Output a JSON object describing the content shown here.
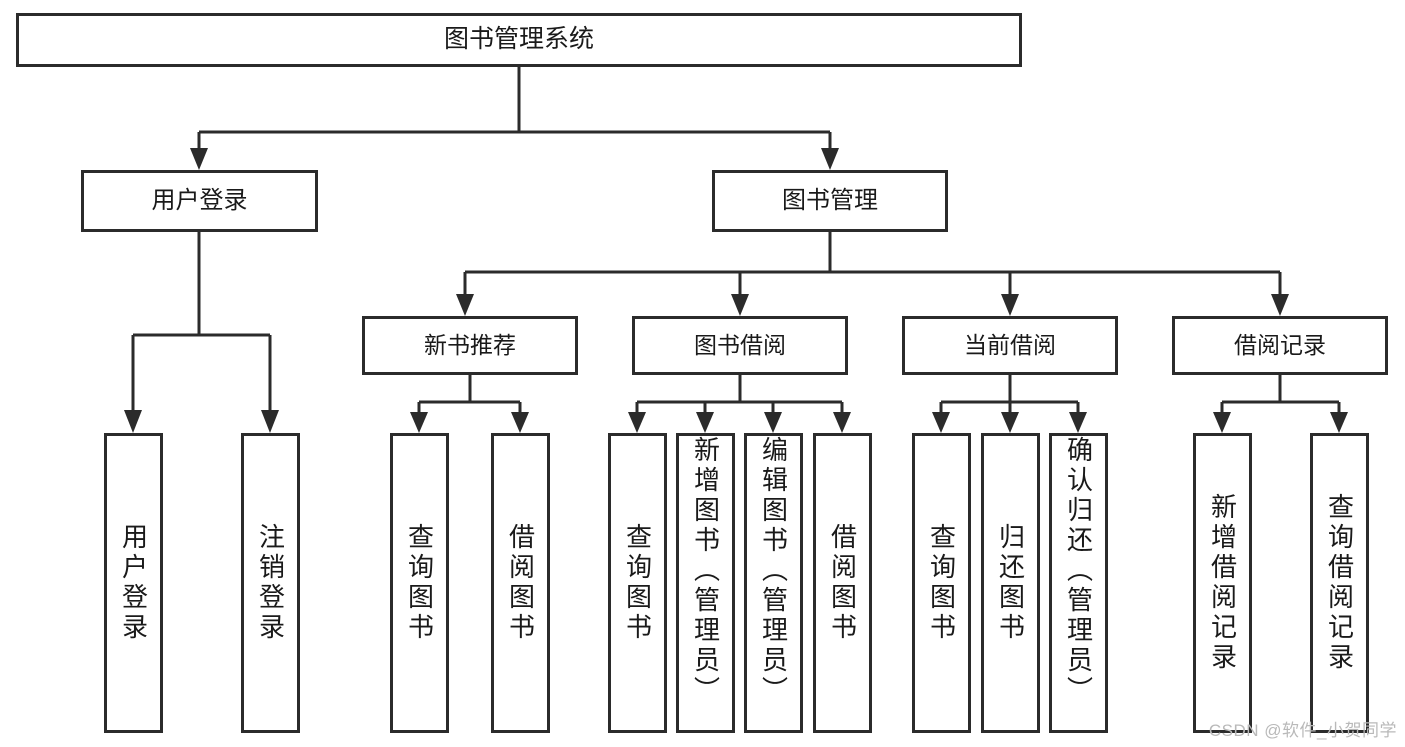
{
  "diagram": {
    "type": "tree",
    "title": "图书管理系统",
    "watermark": "CSDN @软件_小贺同学",
    "colors": {
      "stroke": "#2b2b2b",
      "fill": "#ffffff",
      "text": "#1a1a1a",
      "watermark": "#b9b9b9"
    },
    "nodes": {
      "root": {
        "label": "图书管理系统"
      },
      "level2": [
        {
          "id": "user-login",
          "label": "用户登录"
        },
        {
          "id": "book-manage",
          "label": "图书管理"
        }
      ],
      "level3": [
        {
          "id": "new-book-recommend",
          "label": "新书推荐"
        },
        {
          "id": "book-borrow",
          "label": "图书借阅"
        },
        {
          "id": "current-borrow",
          "label": "当前借阅"
        },
        {
          "id": "borrow-record",
          "label": "借阅记录"
        }
      ],
      "leaves": {
        "user-login": [
          {
            "id": "leaf-user-login",
            "label": "用户登录"
          },
          {
            "id": "leaf-user-logout",
            "label": "注销登录"
          }
        ],
        "new-book-recommend": [
          {
            "id": "leaf-query-book-1",
            "label": "查询图书"
          },
          {
            "id": "leaf-borrow-book-1",
            "label": "借阅图书"
          }
        ],
        "book-borrow": [
          {
            "id": "leaf-query-book-2",
            "label": "查询图书"
          },
          {
            "id": "leaf-add-book",
            "label": "新增图书（管理员）"
          },
          {
            "id": "leaf-edit-book",
            "label": "编辑图书（管理员）"
          },
          {
            "id": "leaf-borrow-book-2",
            "label": "借阅图书"
          }
        ],
        "current-borrow": [
          {
            "id": "leaf-query-book-3",
            "label": "查询图书"
          },
          {
            "id": "leaf-return-book",
            "label": "归还图书"
          },
          {
            "id": "leaf-confirm-return",
            "label": "确认归还（管理员）"
          }
        ],
        "borrow-record": [
          {
            "id": "leaf-add-record",
            "label": "新增借阅记录"
          },
          {
            "id": "leaf-query-record",
            "label": "查询借阅记录"
          }
        ]
      }
    }
  }
}
